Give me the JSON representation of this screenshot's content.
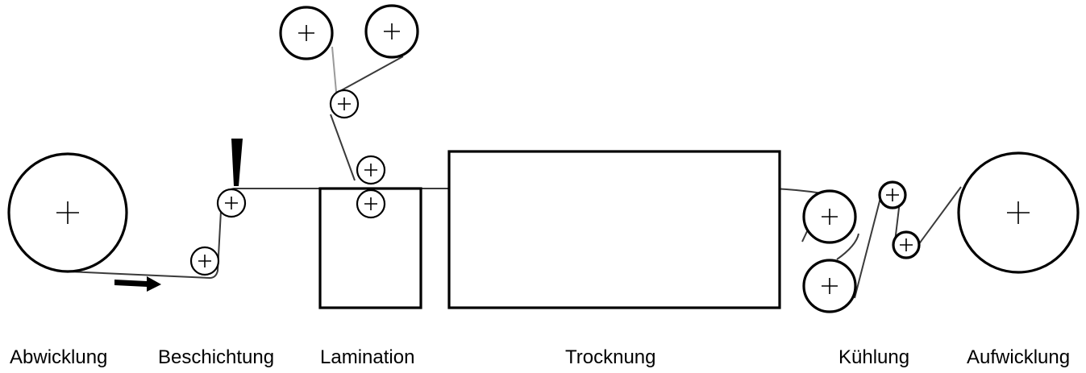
{
  "stations": [
    {
      "label": "Abwicklung"
    },
    {
      "label": "Beschichtung"
    },
    {
      "label": "Lamination"
    },
    {
      "label": "Trocknung"
    },
    {
      "label": "Kühlung"
    },
    {
      "label": "Aufwicklung"
    }
  ]
}
